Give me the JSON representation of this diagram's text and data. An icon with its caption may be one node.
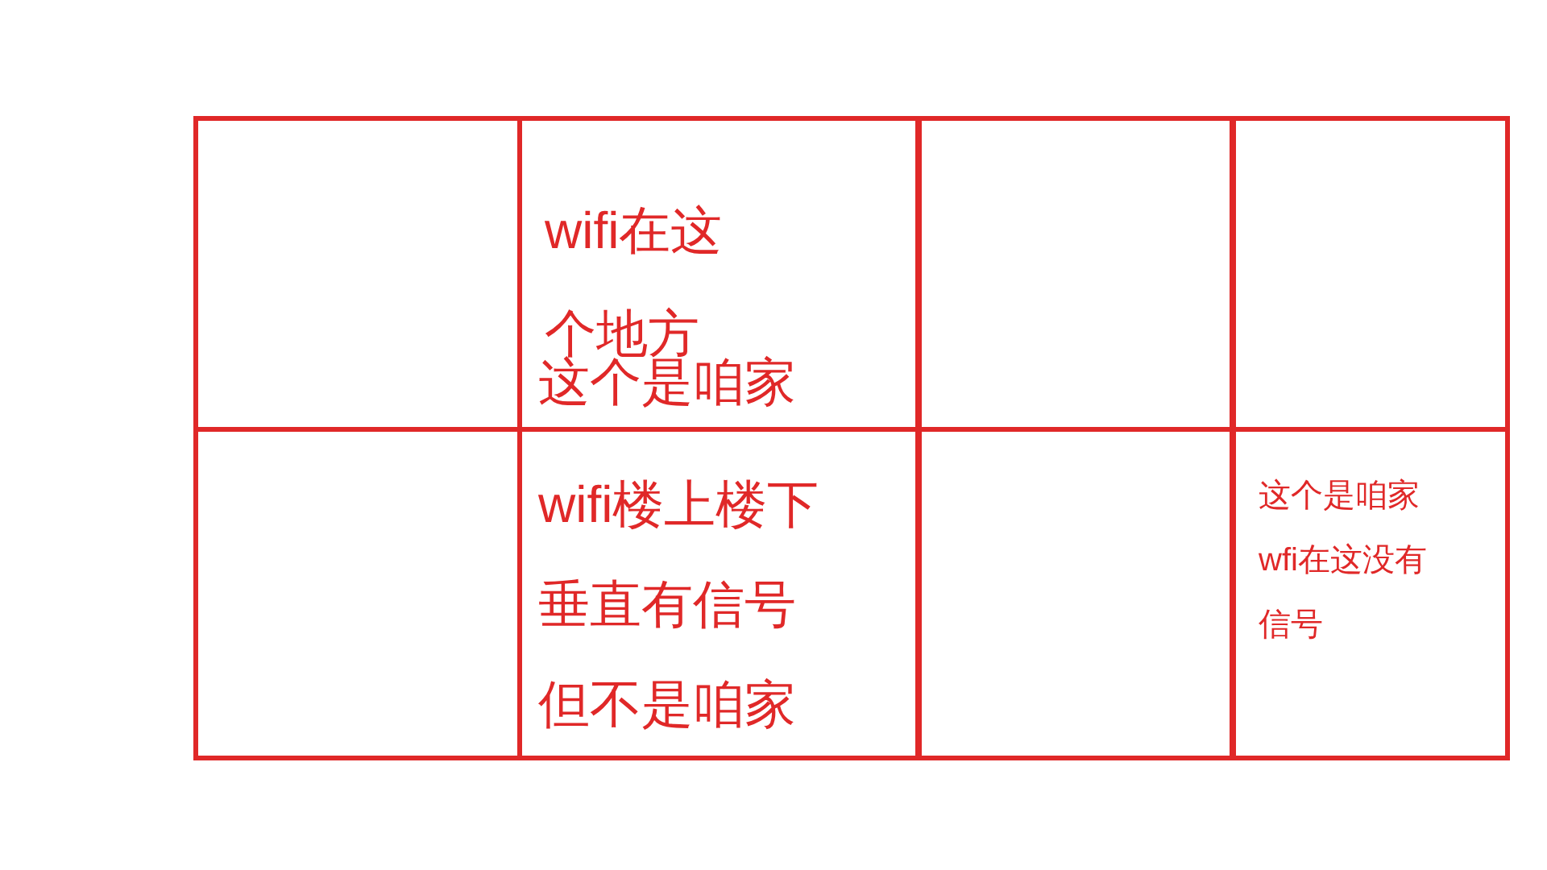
{
  "diagram": {
    "nodes": [
      {
        "text": [],
        "shape": "box"
      },
      {
        "text": [
          "wifi在这个地方",
          "这个是咱家"
        ]
      },
      {
        "text": [],
        "shape": "box"
      },
      {
        "text": [],
        "shape": "box"
      },
      {
        "text": [],
        "shape": "box"
      },
      {
        "text": [
          "wifi楼上楼下垂直有信号但不是咱家"
        ]
      },
      {
        "text": [],
        "shape": "box"
      },
      {
        "text": [
          "这个是咱家wfi在这没有信号"
        ]
      }
    ]
  }
}
